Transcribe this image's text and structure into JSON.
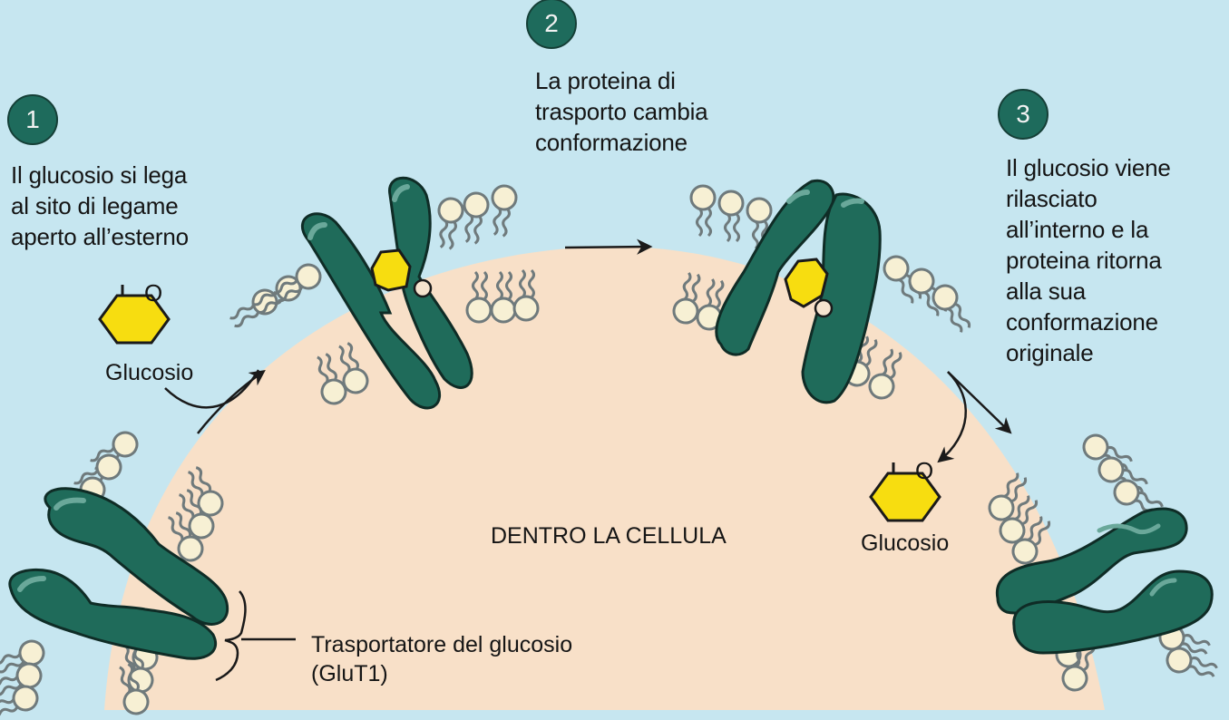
{
  "colors": {
    "outside": "#c6e6f0",
    "cytoplasm": "#f8e0c8",
    "protein": "#1f6b5a",
    "protein_dark": "#164f43",
    "lipid_head": "#f7f0d4",
    "lipid_stroke": "#6f7a7c",
    "glucose": "#f7dd10",
    "badge": "#1e6b5c"
  },
  "steps": [
    {
      "number": "1",
      "lines": [
        "Il glucosio si lega",
        "al sito di legame",
        "aperto all’esterno"
      ]
    },
    {
      "number": "2",
      "lines": [
        "La proteina di",
        "trasporto cambia",
        "conformazione"
      ]
    },
    {
      "number": "3",
      "lines": [
        "Il glucosio viene",
        "rilasciato",
        "all’interno e la",
        "proteina ritorna",
        "alla sua",
        "conformazione",
        "originale"
      ]
    }
  ],
  "labels": {
    "glucose_outside": "Glucosio",
    "glucose_inside": "Glucosio",
    "glucose_ring_atom": "O",
    "inside_cell": "DENTRO LA CELLULA",
    "transporter_line1": "Trasportatore del glucosio",
    "transporter_line2": "(GluT1)"
  },
  "icons": [
    "glucose-molecule-icon",
    "glut1-transporter-icon",
    "phospholipid-icon",
    "arrow-icon"
  ]
}
